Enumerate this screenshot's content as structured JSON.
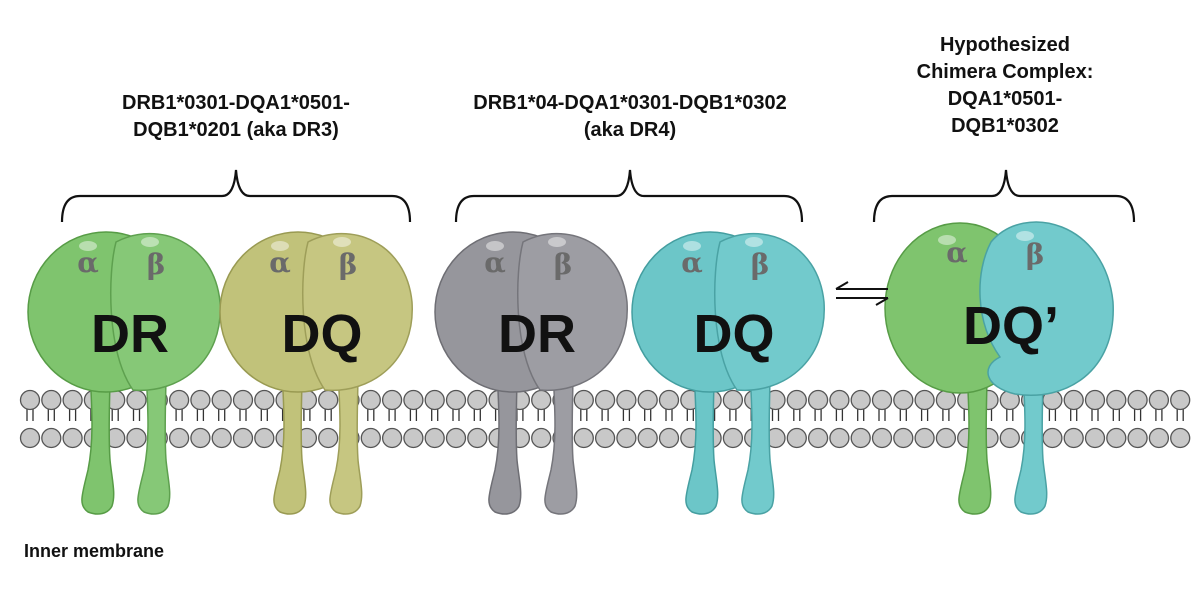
{
  "groups": [
    {
      "title_lines": [
        "DRB1*0301-DQA1*0501-",
        "DQB1*0201 (aka DR3)"
      ],
      "molecules": [
        {
          "label": "DR",
          "alpha": "α",
          "beta": "β",
          "color_alpha": "#7fc46e",
          "color_beta": "#86c877"
        },
        {
          "label": "DQ",
          "alpha": "α",
          "beta": "β",
          "color_alpha": "#c1c27a",
          "color_beta": "#c6c681"
        }
      ]
    },
    {
      "title_lines": [
        "DRB1*04-DQA1*0301-DQB1*0302",
        "(aka DR4)"
      ],
      "molecules": [
        {
          "label": "DR",
          "alpha": "α",
          "beta": "β",
          "color_alpha": "#96969c",
          "color_beta": "#9d9da3"
        },
        {
          "label": "DQ",
          "alpha": "α",
          "beta": "β",
          "color_alpha": "#6cc6c8",
          "color_beta": "#72cacc"
        }
      ]
    },
    {
      "title_lines": [
        "Hypothesized",
        "Chimera Complex:",
        "DQA1*0501-",
        "DQB1*0302"
      ],
      "molecules": [
        {
          "label": "DQ’",
          "alpha": "α",
          "beta": "β",
          "color_alpha": "#7fc46e",
          "color_beta": "#72cacc"
        }
      ]
    }
  ],
  "equilibrium_icon": "equilibrium-arrows-icon",
  "membrane_caption": "Inner membrane",
  "colors": {
    "lipid_head": "#c8c8c8",
    "lipid_stroke": "#555555",
    "text": "#111111"
  }
}
